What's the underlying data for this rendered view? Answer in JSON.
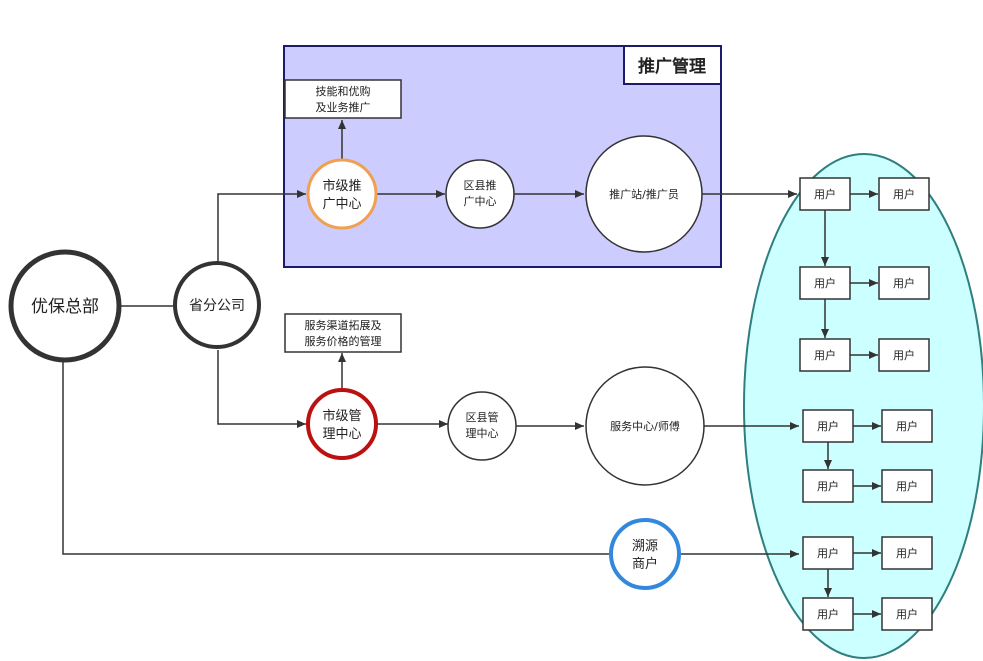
{
  "promo_panel": {
    "title": "推广管理"
  },
  "nodes": {
    "hq": "优保总部",
    "province": "省分公司",
    "city_promo": [
      "市级推",
      "广中心"
    ],
    "county_promo": [
      "区县推",
      "广中心"
    ],
    "station": "推广站/推广员",
    "promo_note": [
      "技能和优购",
      "及业务推广"
    ],
    "city_mgmt": [
      "市级管",
      "理中心"
    ],
    "county_mgmt": [
      "区县管",
      "理中心"
    ],
    "service_center": "服务中心/师傅",
    "service_note": [
      "服务渠道拓展及",
      "服务价格的管理"
    ],
    "trace_merchant": [
      "溯源",
      "商户"
    ]
  },
  "users": {
    "label": "用户",
    "rows": 7
  },
  "colors": {
    "promo_panel_fill": "#ccccff",
    "promo_panel_border": "#1a1a6e",
    "user_area_fill": "#ccffff",
    "user_area_border": "#2f7f7f",
    "city_promo_ring": "#f0a050",
    "city_mgmt_ring": "#bb1111",
    "trace_ring": "#3388dd",
    "hq_ring": "#333333"
  }
}
